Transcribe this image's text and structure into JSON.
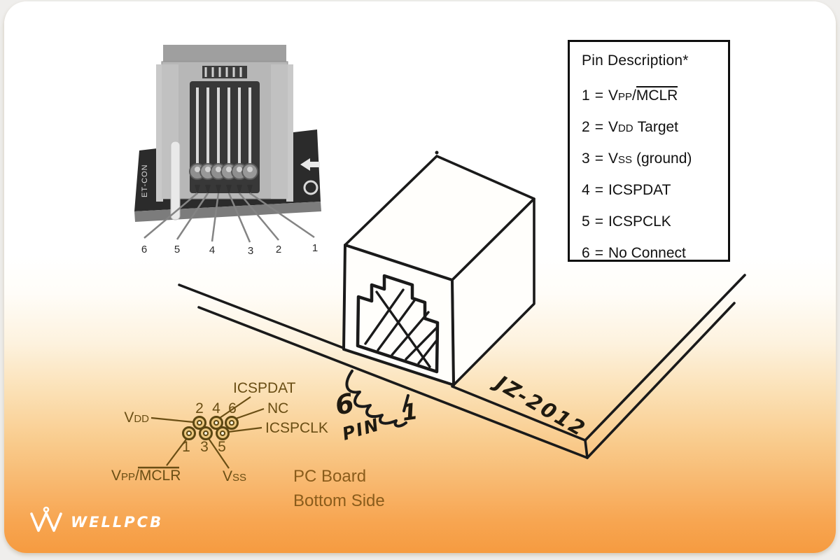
{
  "colors": {
    "card_orange_bottom": "#f69b40",
    "sketch_ink": "#1a1a1a",
    "pinout_ink": "#6a4e14",
    "caption_brown": "#8a5c1b"
  },
  "photo": {
    "pin_numbers": [
      "6",
      "5",
      "4",
      "3",
      "2",
      "1"
    ],
    "pcb_text": "ET-CON"
  },
  "pin_description": {
    "title": "Pin Description*",
    "pins": [
      {
        "num": "1",
        "eq": "=",
        "base": "V",
        "sub": "PP",
        "slash": "/",
        "over": "MCLR"
      },
      {
        "num": "2",
        "eq": "=",
        "base": "V",
        "sub": "DD",
        "rest": "Target"
      },
      {
        "num": "3",
        "eq": "=",
        "base": "V",
        "sub": "SS",
        "rest": "(ground)"
      },
      {
        "num": "4",
        "eq": "=",
        "label": "ICSPDAT"
      },
      {
        "num": "5",
        "eq": "=",
        "label": "ICSPCLK"
      },
      {
        "num": "6",
        "eq": "=",
        "label": "No Connect"
      }
    ]
  },
  "sketch": {
    "pin_start": "6",
    "pin_end": "1",
    "pin_word": "PIN",
    "signature": "JZ-2012"
  },
  "pinout": {
    "top_numbers": [
      "2",
      "4",
      "6"
    ],
    "bottom_numbers": [
      "1",
      "3",
      "5"
    ],
    "labels": {
      "icspdat": "ICSPDAT",
      "nc": "NC",
      "icspclk": "ICSPCLK",
      "vdd_base": "V",
      "vdd_sub": "DD",
      "vpp_base": "V",
      "vpp_sub": "PP",
      "vpp_slash": "/",
      "vpp_over": "MCLR",
      "vss_base": "V",
      "vss_sub": "SS"
    }
  },
  "caption": {
    "line1": "PC Board",
    "line2": "Bottom Side"
  },
  "logo": {
    "text": "WELLPCB"
  }
}
